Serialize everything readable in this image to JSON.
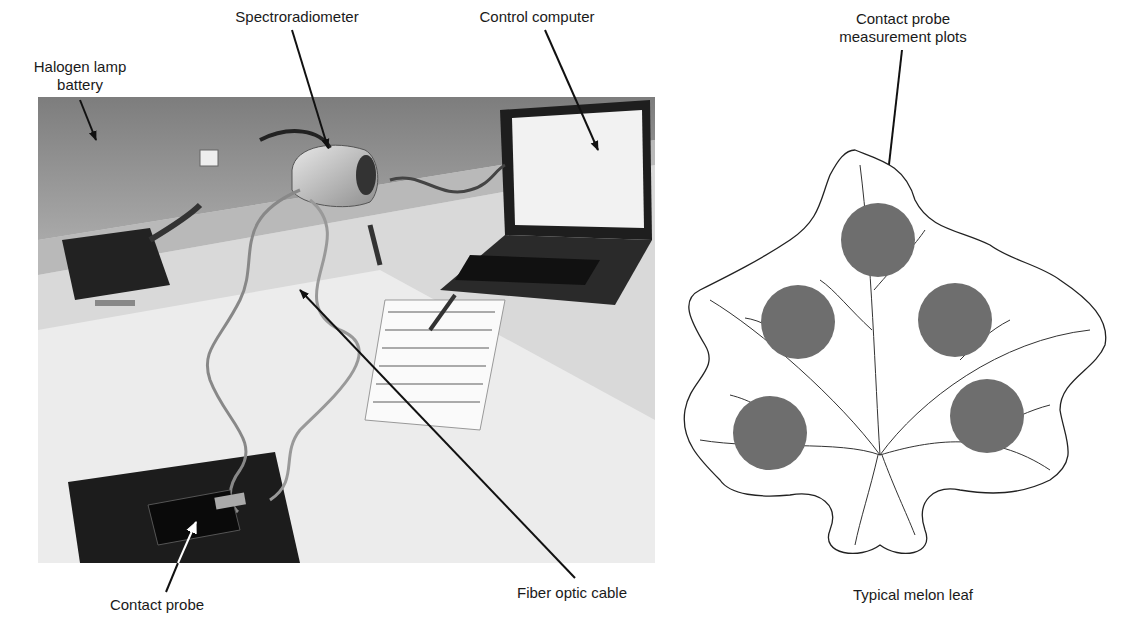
{
  "diagram": {
    "labels": [
      "Halogen lamp battery",
      "Spectroradiometer",
      "Control computer",
      "Contact probe",
      "Fiber optic cable",
      "Contact probe measurement plots",
      "Typical melon leaf"
    ]
  }
}
